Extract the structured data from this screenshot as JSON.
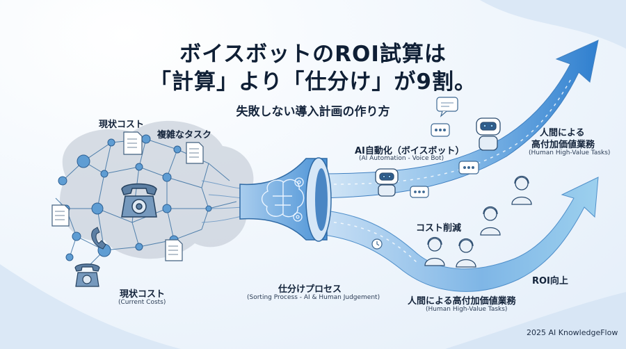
{
  "title": {
    "line1": "ボイスボットのROI試算は",
    "line2": "「計算」より「仕分け」が9割。",
    "subtitle": "失敗しない導入計画の作り方"
  },
  "labels": {
    "current_cost_top": "現状コスト",
    "complex_tasks": "複雑なタスク",
    "current_cost_bottom": "現状コスト",
    "current_cost_bottom_en": "(Current Costs)",
    "ai_automation": "AI自動化（ボイスボット）",
    "ai_automation_en": "(AI Automation - Voice Bot)",
    "human_tasks_top_line1": "人間による",
    "human_tasks_top_line2": "高付加価値業務",
    "human_tasks_top_en": "(Human High-Value Tasks)",
    "cost_reduction": "コスト削減",
    "sorting_process": "仕分けプロセス",
    "sorting_process_en": "(Sorting Process - AI & Human Judgement)",
    "human_tasks_bottom": "人間による高付加価値業務",
    "human_tasks_bottom_en": "(Human High-Value Tasks)",
    "roi_up": "ROI向上"
  },
  "footer": {
    "credit": "2025 AI KnowledgeFlow"
  },
  "icons": [
    "document-icon",
    "telephone-icon",
    "brain-icon",
    "gear-icon",
    "robot-icon",
    "chat-bubble-icon",
    "headset-operator-icon",
    "clock-icon"
  ],
  "colors": {
    "accent_blue": "#3f8fd8",
    "arrow_light": "#cfe4f7",
    "network_node": "#5f9dd3",
    "cloud_gray": "#c7ced8",
    "title_text": "#0f1f35"
  }
}
